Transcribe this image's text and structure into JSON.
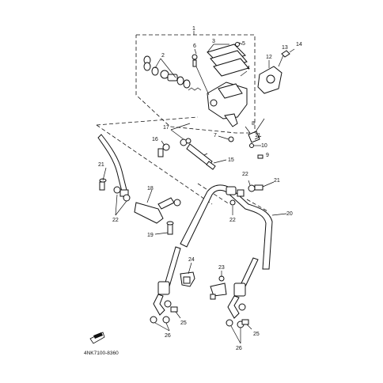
{
  "diagram": {
    "callouts": [
      "1",
      "2",
      "3",
      "4",
      "5",
      "6",
      "7",
      "8",
      "9",
      "10",
      "11",
      "12",
      "13",
      "14",
      "15",
      "16",
      "17",
      "18",
      "19",
      "20",
      "21",
      "21",
      "22",
      "22",
      "22",
      "23",
      "24",
      "25",
      "25",
      "26",
      "26"
    ],
    "part_code": "4NK7100-8360",
    "direction_marker": "arrow-icon"
  }
}
